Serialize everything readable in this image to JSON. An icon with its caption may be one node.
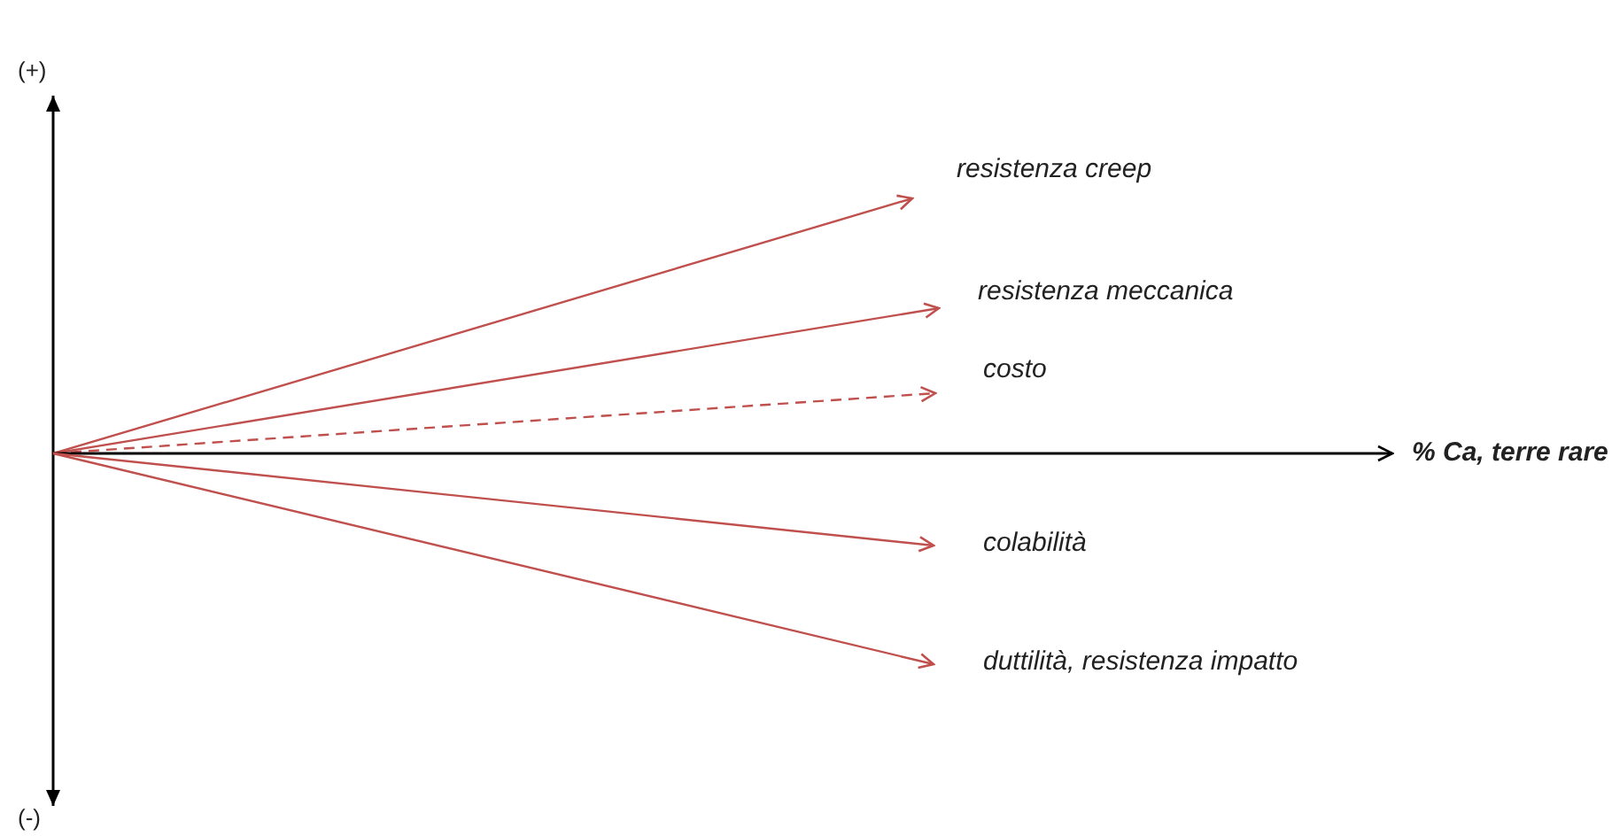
{
  "diagram": {
    "nodes": [
      {
        "text": [
          "resistenza creep"
        ]
      },
      {
        "text": [
          "resistenza meccanica"
        ]
      },
      {
        "text": [
          "costo"
        ]
      },
      {
        "text": [
          "% Ca, terre rare"
        ]
      },
      {
        "text": [
          "colabilità"
        ]
      },
      {
        "text": [
          "duttilità, resistenza impatto"
        ]
      }
    ],
    "edges": [
      {
        "from": null,
        "to": 0,
        "arrow": "to"
      },
      {
        "from": null,
        "to": 1,
        "arrow": "to"
      },
      {
        "from": null,
        "to": 2,
        "arrow": "to",
        "style": "dashed"
      },
      {
        "from": null,
        "to": 3,
        "arrow": "to",
        "color": "#000000"
      },
      {
        "from": null,
        "to": 4,
        "arrow": "to"
      },
      {
        "from": null,
        "to": 5,
        "arrow": "to"
      }
    ],
    "labels": [
      "(+)",
      "(-)"
    ]
  }
}
